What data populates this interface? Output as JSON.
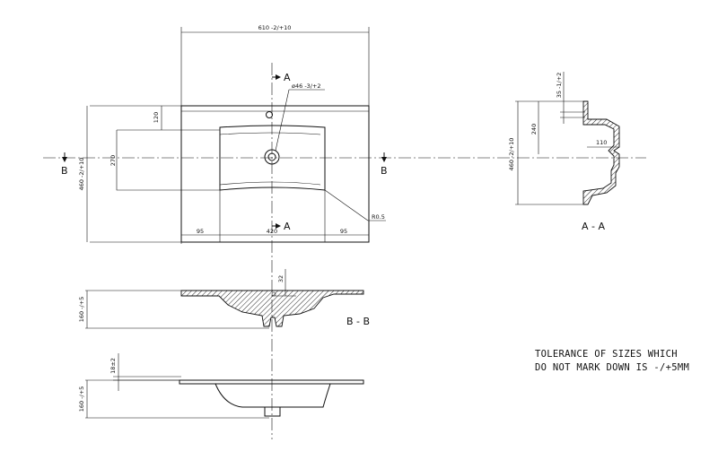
{
  "dimensions": {
    "top_width": "610 -2/+10",
    "hole_diameter": "ø46 -3/+2",
    "depth_120": "120",
    "basin_270": "270",
    "side_depth": "460 -2/+10",
    "left_95": "95",
    "center_420": "420",
    "right_95": "95",
    "radius": "R0.5",
    "aa_35": "35 -1/+2",
    "aa_240": "240",
    "aa_110": "110",
    "aa_depth": "460 -2/+10",
    "bb_32": "32",
    "bb_height": "160 -/+5",
    "bottom_18": "18±2",
    "bottom_height": "160 -/+5"
  },
  "section_labels": {
    "a_top": "A",
    "a_bottom": "A",
    "b_left": "B",
    "b_right": "B",
    "section_aa": "A - A",
    "section_bb": "B - B"
  },
  "note": {
    "line1": "TOLERANCE OF SIZES WHICH",
    "line2": "DO NOT MARK DOWN IS -/+5MM"
  }
}
